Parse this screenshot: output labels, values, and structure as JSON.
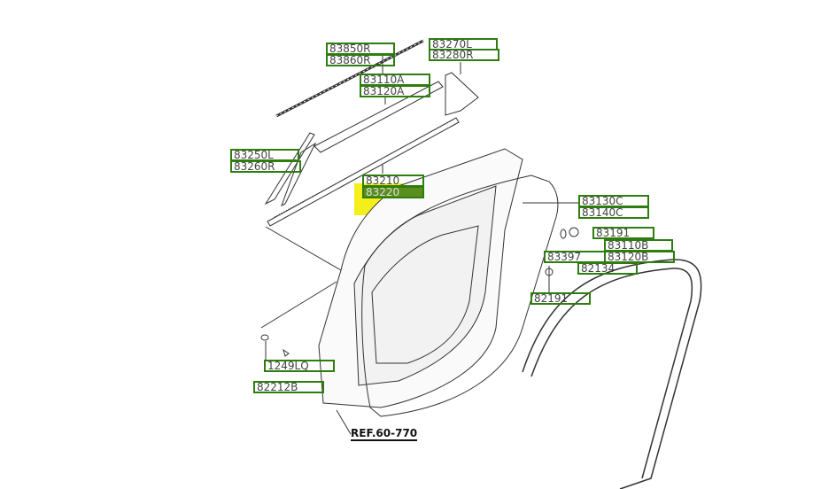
{
  "diagram": {
    "labels": [
      {
        "id": "83850R",
        "text": "83850R"
      },
      {
        "id": "83860R",
        "text": "83860R"
      },
      {
        "id": "83270L",
        "text": "83270L"
      },
      {
        "id": "83280R",
        "text": "83280R"
      },
      {
        "id": "83110A",
        "text": "83110A"
      },
      {
        "id": "83120A",
        "text": "83120A"
      },
      {
        "id": "83250L",
        "text": "83250L"
      },
      {
        "id": "83260R",
        "text": "83260R"
      },
      {
        "id": "83210",
        "text": "83210"
      },
      {
        "id": "83220",
        "text": "83220"
      },
      {
        "id": "83130C",
        "text": "83130C"
      },
      {
        "id": "83140C",
        "text": "83140C"
      },
      {
        "id": "83191",
        "text": "83191"
      },
      {
        "id": "83110B",
        "text": "83110B"
      },
      {
        "id": "83120B",
        "text": "83120B"
      },
      {
        "id": "83397",
        "text": "83397"
      },
      {
        "id": "82134",
        "text": "82134"
      },
      {
        "id": "82191",
        "text": "82191"
      },
      {
        "id": "1249LQ",
        "text": "1249LQ"
      },
      {
        "id": "82212B",
        "text": "82212B"
      }
    ],
    "reference": "REF.60-770",
    "selected_part": "83220",
    "highlight_color": "#f4ee1a",
    "label_border_color": "#2e7d0f"
  }
}
